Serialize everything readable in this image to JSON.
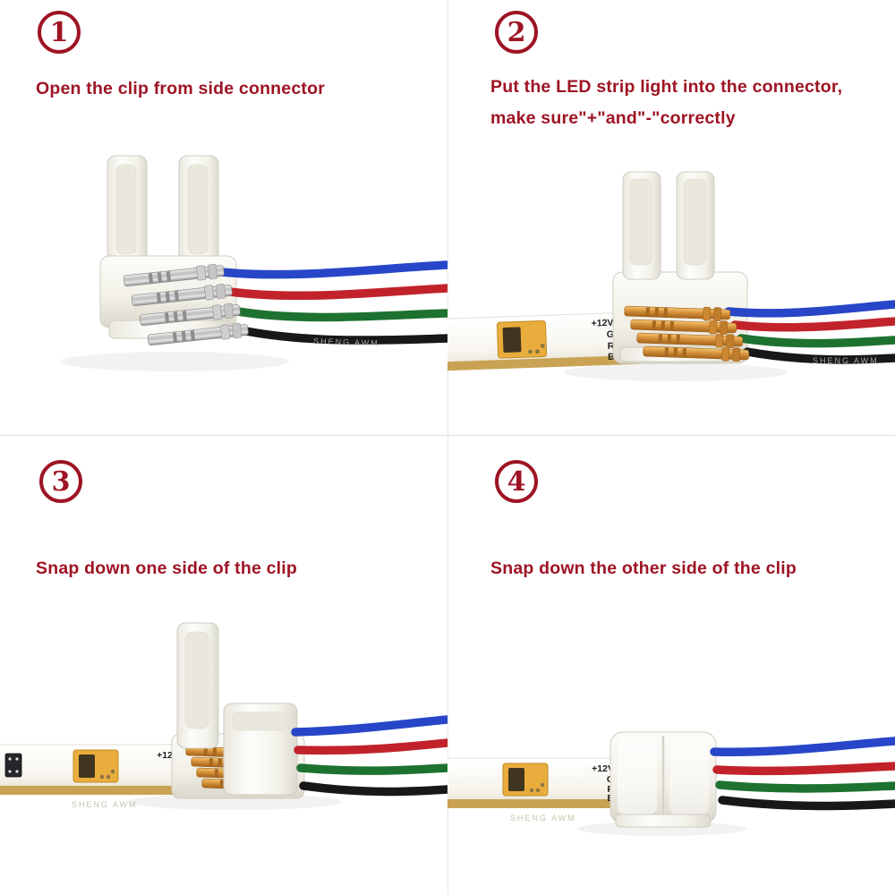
{
  "colors": {
    "accent": "#9e1424",
    "wire_blue": "#2746c8",
    "wire_red": "#c2232b",
    "wire_green": "#1e7230",
    "wire_black": "#181818",
    "strip_gold": "#c9a353",
    "led_chip": "#e9ad3d"
  },
  "steps": [
    {
      "number": "1",
      "lines": [
        "Open the clip from side connector"
      ]
    },
    {
      "number": "2",
      "lines": [
        "Put the LED strip light into the connector,",
        "make sure\"+\"and\"-\"correctly"
      ]
    },
    {
      "number": "3",
      "lines": [
        "Snap down one side of the clip"
      ]
    },
    {
      "number": "4",
      "lines": [
        "Snap down the other side of the clip"
      ]
    }
  ],
  "strip": {
    "pad_labels": [
      "+12V",
      "G",
      "R",
      "B"
    ],
    "wire_marking": "SHENG AWM"
  }
}
